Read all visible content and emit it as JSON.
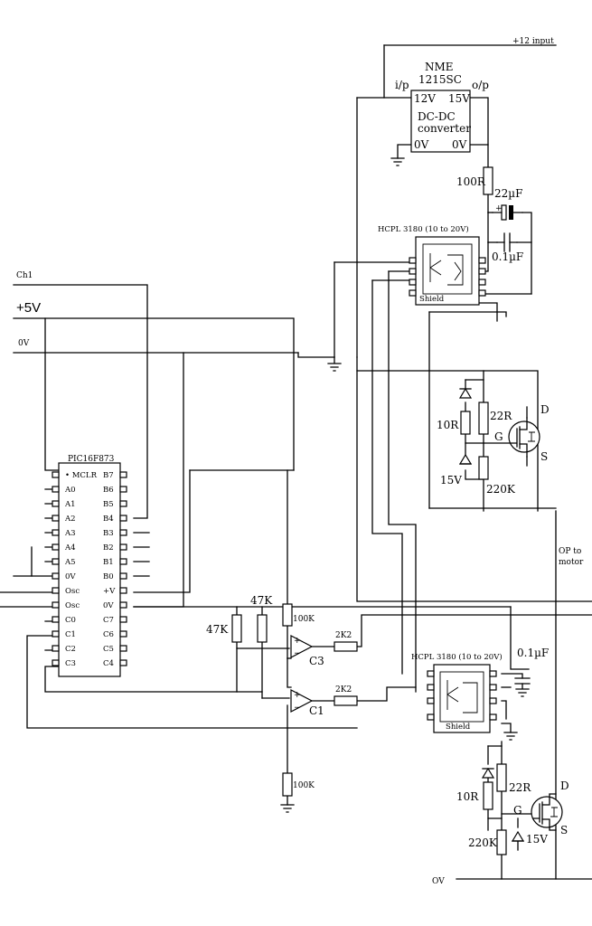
{
  "labels": {
    "input_12v": "+12 input",
    "converter_name": "NME",
    "converter_part": "1215SC",
    "converter_ip": "i/p",
    "converter_op": "o/p",
    "converter_12v": "12V",
    "converter_15v": "15V",
    "converter_title1": "DC-DC",
    "converter_title2": "converter",
    "converter_0v_in": "0V",
    "converter_0v_out": "0V",
    "r_100r": "100R",
    "c_22uf": "22µF",
    "c_plus": "+",
    "c_01uf_top": "0.1µF",
    "hcpl_top": "HCPL 3180 (10 to 20V)",
    "hcpl_bottom": "HCPL 3180 (10 to 20V)",
    "c_01uf_bottom": "0.1µF",
    "shield": "Shield",
    "ch1": "Ch1",
    "plus5v": "+5V",
    "zero_v": "0V",
    "pic": "PIC16F873",
    "r_22r_top": "22R",
    "r_10r_top": "10R",
    "z_15v_top": "15V",
    "r_220k_top": "220K",
    "fet_d_top": "D",
    "fet_g_top": "G",
    "fet_s_top": "S",
    "op_to_motor_1": "OP to",
    "op_to_motor_2": "motor",
    "r_47k_a": "47K",
    "r_47k_b": "47K",
    "r_100k_top": "100K",
    "r_100k_bot": "100K",
    "r_2k2_a": "2K2",
    "r_2k2_b": "2K2",
    "comp_c3": "C3",
    "comp_c1": "C1",
    "r_22r_bot": "22R",
    "r_10r_bot": "10R",
    "r_220k_bot": "220K",
    "z_15v_bot": "15V",
    "fet_d_bot": "D",
    "fet_g_bot": "G",
    "fet_s_bot": "S",
    "ov_bottom": "OV",
    "comp_plus": "+",
    "comp_minus": "−"
  },
  "pic_pins": {
    "left": [
      "• MCLR",
      "A0",
      "A1",
      "A2",
      "A3",
      "A4",
      "A5",
      "0V",
      "Osc",
      "Osc",
      "C0",
      "C1",
      "C2",
      "C3"
    ],
    "right": [
      "B7",
      "B6",
      "B5",
      "B4",
      "B3",
      "B2",
      "B1",
      "B0",
      "+V",
      "0V",
      "C7",
      "C6",
      "C5",
      "C4"
    ]
  }
}
